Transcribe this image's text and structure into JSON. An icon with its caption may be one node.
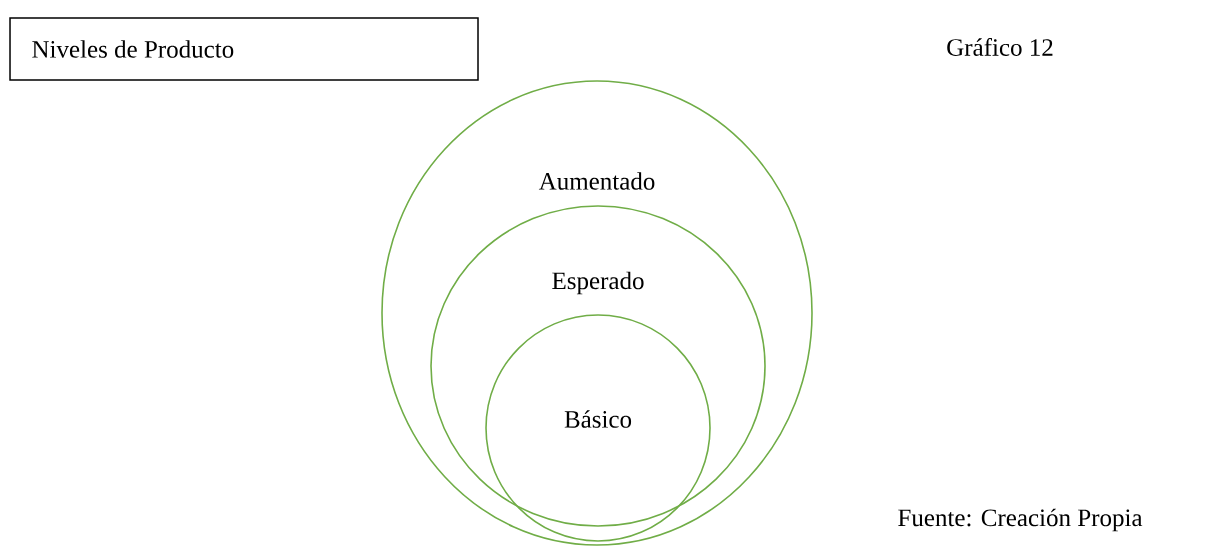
{
  "diagram": {
    "nodes": [
      {
        "text": [
          "Niveles de Producto"
        ]
      },
      {
        "text": [
          "Aumentado"
        ]
      },
      {
        "text": [
          "Esperado"
        ],
        "in": 1
      },
      {
        "text": [
          "Básico"
        ],
        "in": 1
      }
    ],
    "labels": [
      "Gráfico 12",
      "Fuente: Creación Propia"
    ]
  }
}
